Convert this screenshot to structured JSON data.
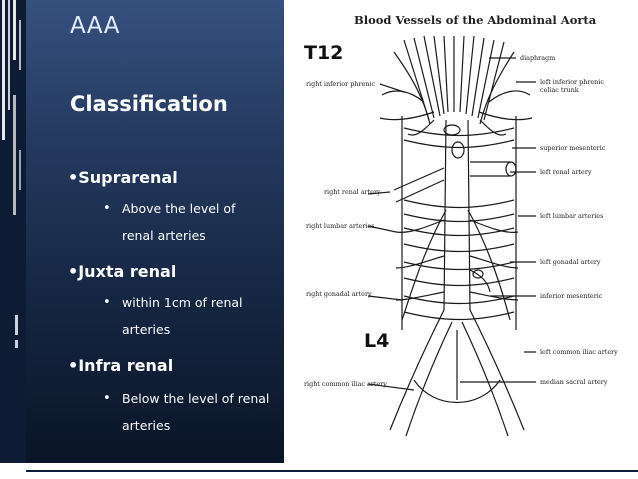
{
  "slide": {
    "title": "AAA",
    "heading": "Classification",
    "items": [
      {
        "label": "•Suprarenal",
        "sub": [
          "Above the level of",
          "renal arteries"
        ]
      },
      {
        "label": "•Juxta renal",
        "sub": [
          "within 1cm of renal",
          "arteries"
        ]
      },
      {
        "label": "•Infra renal",
        "sub": [
          "Below the level of renal",
          "arteries"
        ]
      }
    ],
    "sub_bullet": "•"
  },
  "diagram": {
    "title": "Blood Vessels of the Abdominal Aorta",
    "vertebra_top": "T12",
    "vertebra_bottom": "L4",
    "labels": {
      "diaphragm": "diaphragm",
      "left_inferior_phrenic": "left inferior phrenic",
      "celiac_trunk": "celiac trunk",
      "right_inferior_phrenic": "right inferior phrenic",
      "superior_mesenteric": "superior mesenteric",
      "left_renal_artery": "left renal artery",
      "right_renal_artery": "right renal artery",
      "left_lumbar_arteries": "left lumbar arteries",
      "right_lumbar_arteries": "right lumbar arteries",
      "left_gonadal_artery": "left gonadal artery",
      "right_gonadal_artery": "right gonadal artery",
      "inferior_mesenteric": "inferior mesenteric",
      "left_common_iliac": "left common iliac artery",
      "median_sacral": "median sacral artery",
      "right_common_iliac": "right common iliac artery"
    }
  },
  "colors": {
    "panel_top": "#36507e",
    "panel_bottom": "#0a1426",
    "title": "#e4ecf7"
  }
}
